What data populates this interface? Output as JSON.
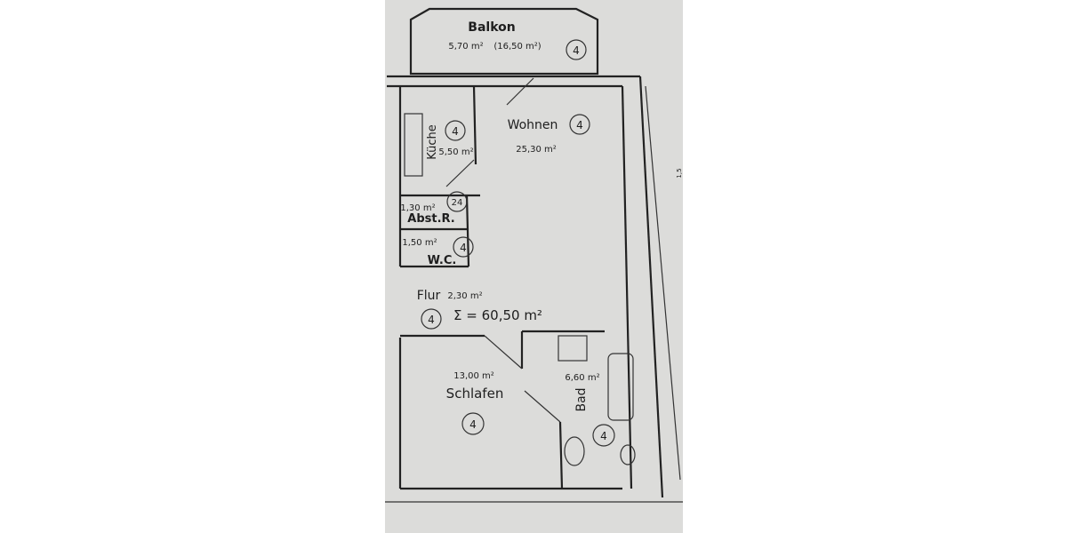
{
  "colors": {
    "paper": "#dcdcda",
    "ink": "#1e1e1e",
    "background": "#ffffff"
  },
  "rooms": {
    "balkon": {
      "name": "Balkon",
      "area": "5,70 m²",
      "area_alt": "(16,50 m²)",
      "marker": "4"
    },
    "wohnen": {
      "name": "Wohnen",
      "area": "25,30 m²",
      "marker": "4"
    },
    "kueche": {
      "name": "Küche",
      "area": "5,50 m²",
      "marker": "4"
    },
    "abstr": {
      "name": "Abst.R.",
      "area": "1,30 m²",
      "marker": "24"
    },
    "wc": {
      "name": "W.C.",
      "area": "1,50 m²",
      "marker": "4"
    },
    "flur": {
      "name": "Flur",
      "area": "2,30 m²",
      "marker": "4"
    },
    "schlafen": {
      "name": "Schlafen",
      "area": "13,00 m²",
      "marker": "4"
    },
    "bad": {
      "name": "Bad",
      "area": "6,60 m²",
      "marker": "4"
    }
  },
  "total": "Σ = 60,50 m²",
  "edge_note": "1,5"
}
